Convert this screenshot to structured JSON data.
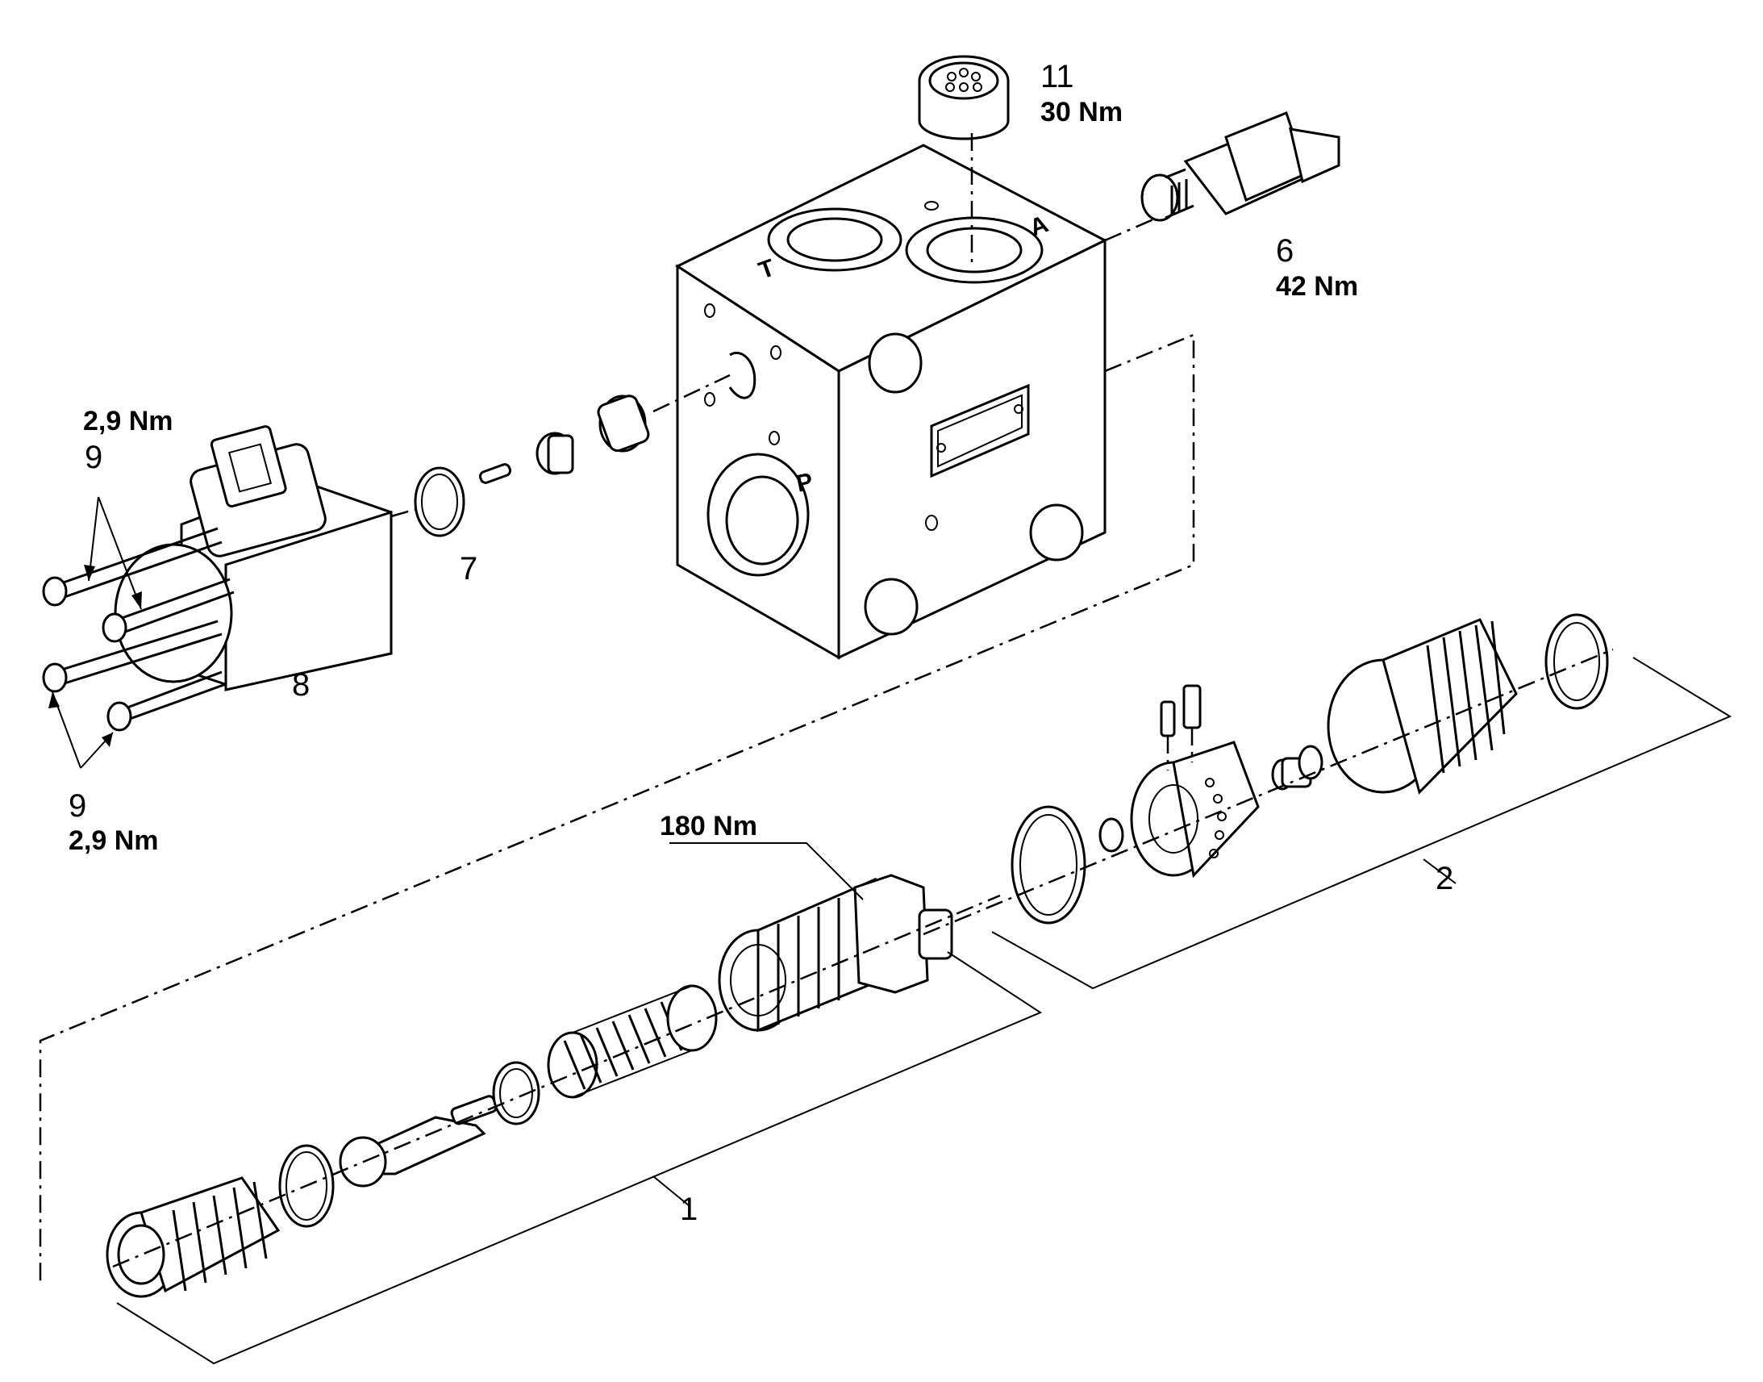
{
  "callouts": {
    "part_1": "1",
    "part_2": "2",
    "part_6": "6",
    "part_7": "7",
    "part_8": "8",
    "part_9_top": "9",
    "part_9_bottom": "9",
    "part_11": "11"
  },
  "torques": {
    "part_11": "30 Nm",
    "part_6": "42 Nm",
    "part_9_top": "2,9 Nm",
    "part_9_bottom": "2,9 Nm",
    "part_1": "180 Nm"
  },
  "ports": {
    "tank": "T",
    "work": "A",
    "pressure": "P"
  },
  "icons": [
    "valve-block",
    "relief-valve-cartridge",
    "solenoid-coil",
    "socket-screw",
    "o-ring",
    "spool-cartridge",
    "spring",
    "hand-knob",
    "plug"
  ],
  "colors": {
    "line": "#000000",
    "background": "#ffffff"
  }
}
